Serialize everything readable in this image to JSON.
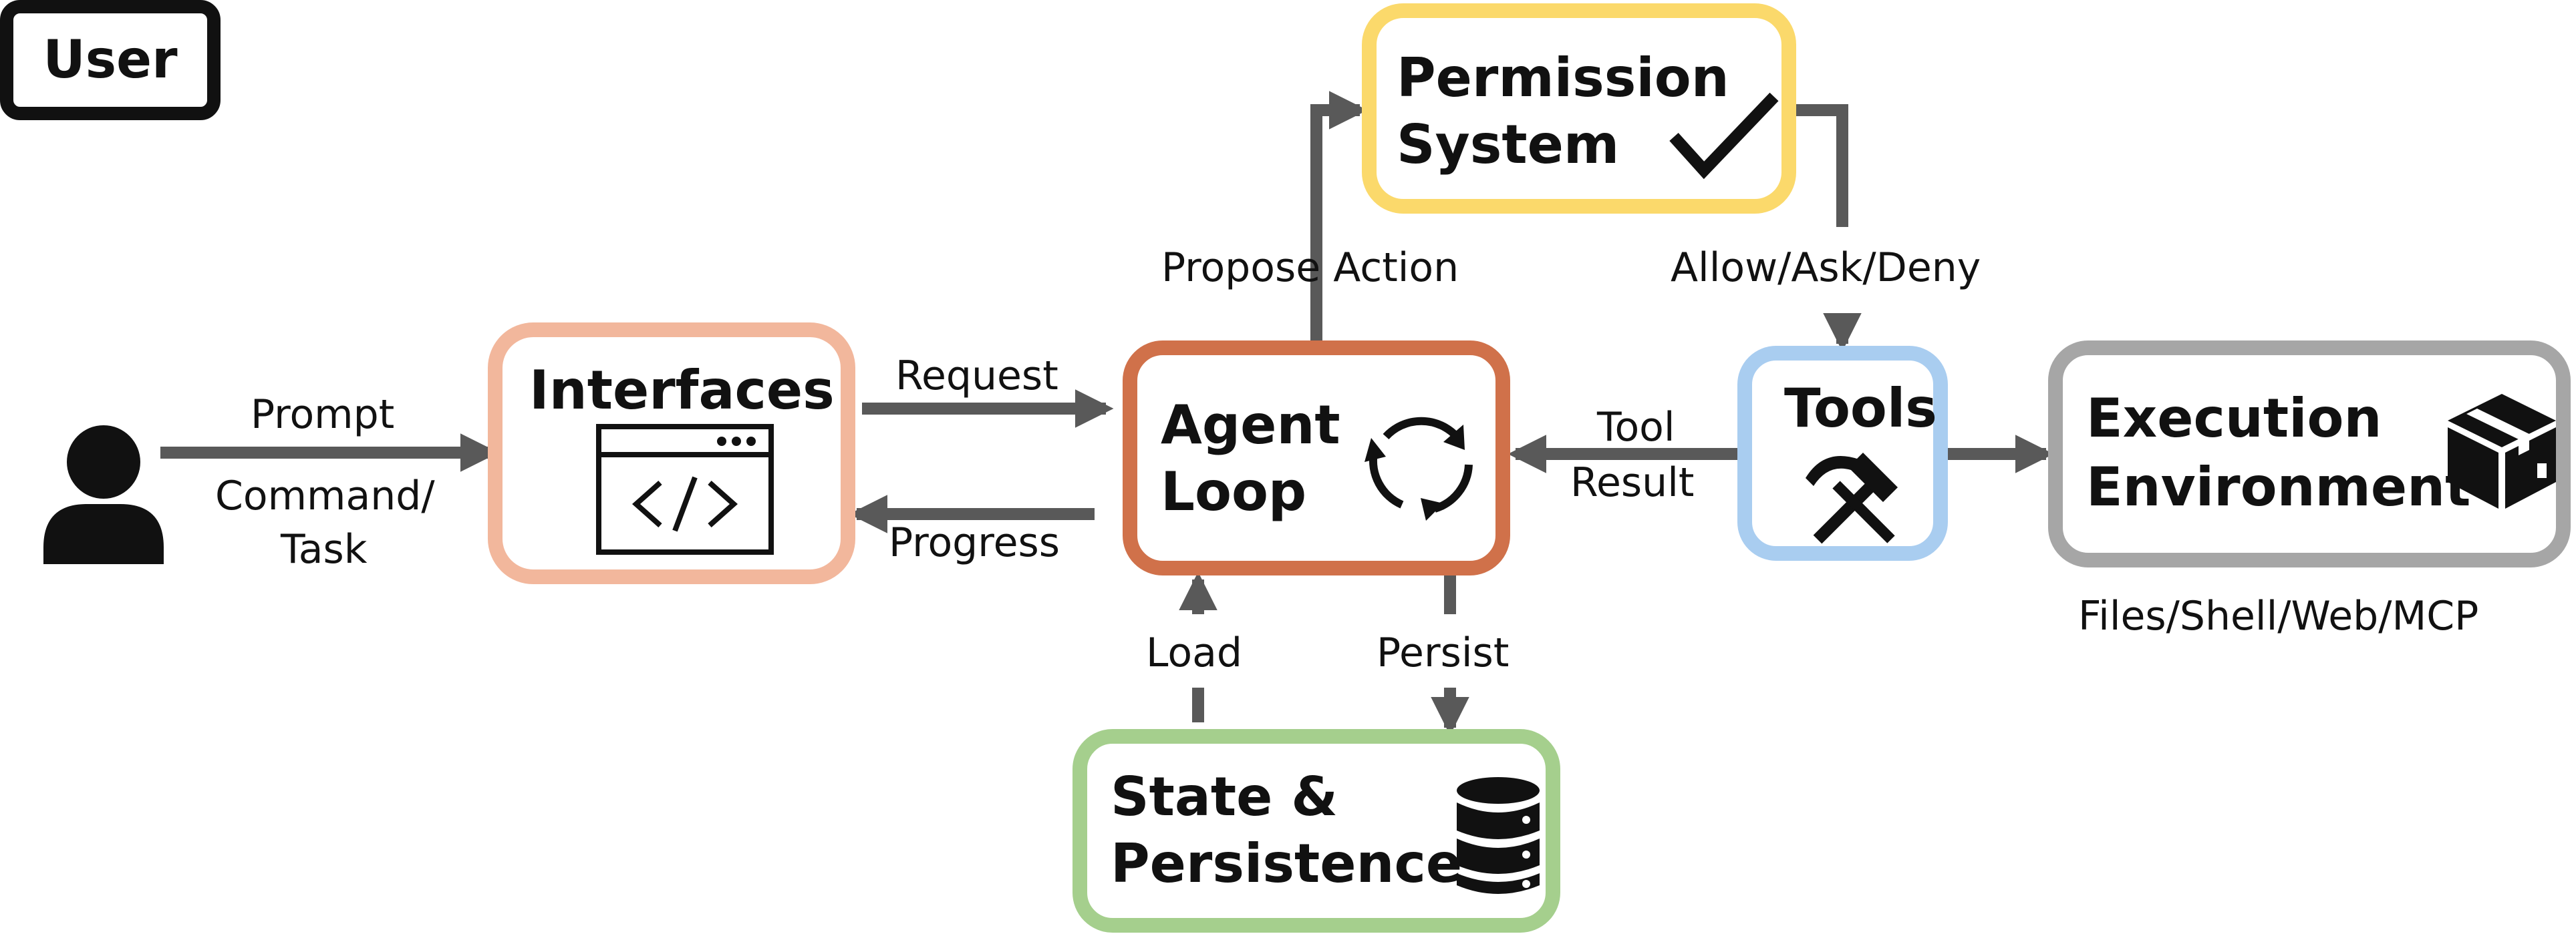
{
  "nodes": {
    "user": "User",
    "interfaces": "Interfaces",
    "agent_loop": [
      "Agent",
      "Loop"
    ],
    "permission_system": [
      "Permission",
      "System"
    ],
    "tools": "Tools",
    "execution_environment": [
      "Execution",
      "Environment"
    ],
    "state_persistence": [
      "State &",
      "Persistence"
    ]
  },
  "edges": {
    "prompt": "Prompt",
    "command_task": [
      "Command/",
      "Task"
    ],
    "request": "Request",
    "progress": "Progress",
    "propose_action": "Propose Action",
    "allow_ask_deny": "Allow/Ask/Deny",
    "tool_result": [
      "Tool",
      "Result"
    ],
    "load": "Load",
    "persist": "Persist"
  },
  "captions": {
    "execution_environment": "Files/Shell/Web/MCP"
  },
  "colors": {
    "user": "#111111",
    "interfaces": "#f2b79c",
    "agent_loop": "#d0714a",
    "permission_system": "#fbd96b",
    "tools": "#a9cdf0",
    "execution_environment": "#a6a6a6",
    "state_persistence": "#a5cf8d",
    "arrow": "#595959"
  },
  "icons": {
    "user": "person-icon",
    "interfaces": "code-window-icon",
    "agent_loop": "cycle-arrows-icon",
    "permission_system": "checkmark-icon",
    "tools": "hammer-pick-icon",
    "execution_environment": "package-box-icon",
    "state_persistence": "database-icon"
  }
}
